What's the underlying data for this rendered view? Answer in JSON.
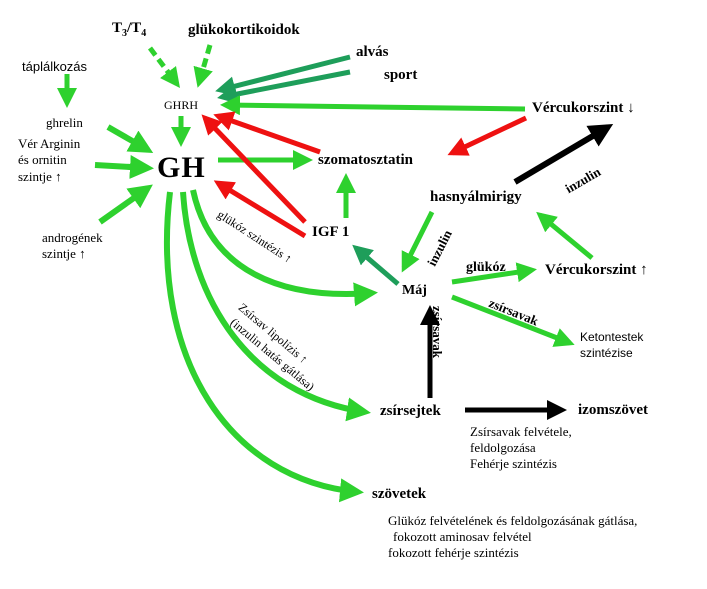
{
  "colors": {
    "green": "#2ed12e",
    "dark_green": "#1e9e5a",
    "red": "#ee1111",
    "black": "#000000"
  },
  "nodes": {
    "t3t4_a": "T",
    "t3t4_sub3": "3",
    "t3t4_b": "/T",
    "t3t4_sub4": "4",
    "glukokortikoidok": "glükokortikoidok",
    "alvas": "alvás",
    "sport": "sport",
    "taplalkozas": "táplálkozás",
    "ghrh": "GHRH",
    "vercukorszint_down": "Vércukorszint ↓",
    "ghrelin": "ghrelin",
    "ver_arginin_1": "Vér Arginin",
    "ver_arginin_2": "és ornitin",
    "ver_arginin_3": "szintje ↑",
    "gh": "GH",
    "szomatosztatin": "szomatosztatin",
    "hasnyalmirigy": "hasnyálmirigy",
    "androgenek_1": "androgének",
    "androgenek_2": "szintje ↑",
    "igf1": "IGF 1",
    "maj": "Máj",
    "glukoz": "glükóz",
    "vercukorszint_up": "Vércukorszint ↑",
    "ketontestek_1": "Ketontestek",
    "ketontestek_2": "szintézise",
    "zsirsejtek": "zsírsejtek",
    "izomszovet": "izomszövet",
    "izom_1": "Zsírsavak felvétele,",
    "izom_2": "feldolgozása",
    "izom_3": "Fehérje szintézis",
    "szovetek": "szövetek",
    "szovet_1": "Glükóz felvételének és feldolgozásának gátlása,",
    "szovet_2": "fokozott aminosav felvétel",
    "szovet_3": "fokozott fehérje szintézis"
  },
  "arrow_labels": {
    "inzulin_top": "inzulin",
    "inzulin_mid": "inzulin",
    "zsirsavak_up": "zsírsavak",
    "zsirsavak_diag": "zsírsavak",
    "glukoz_szintezis": "glükóz szintézis ↑",
    "zsirsav_lipolizis": "Zsírsav lipolízis ↑",
    "inzulin_hatas": "(inzulin hatás gátlása)"
  }
}
